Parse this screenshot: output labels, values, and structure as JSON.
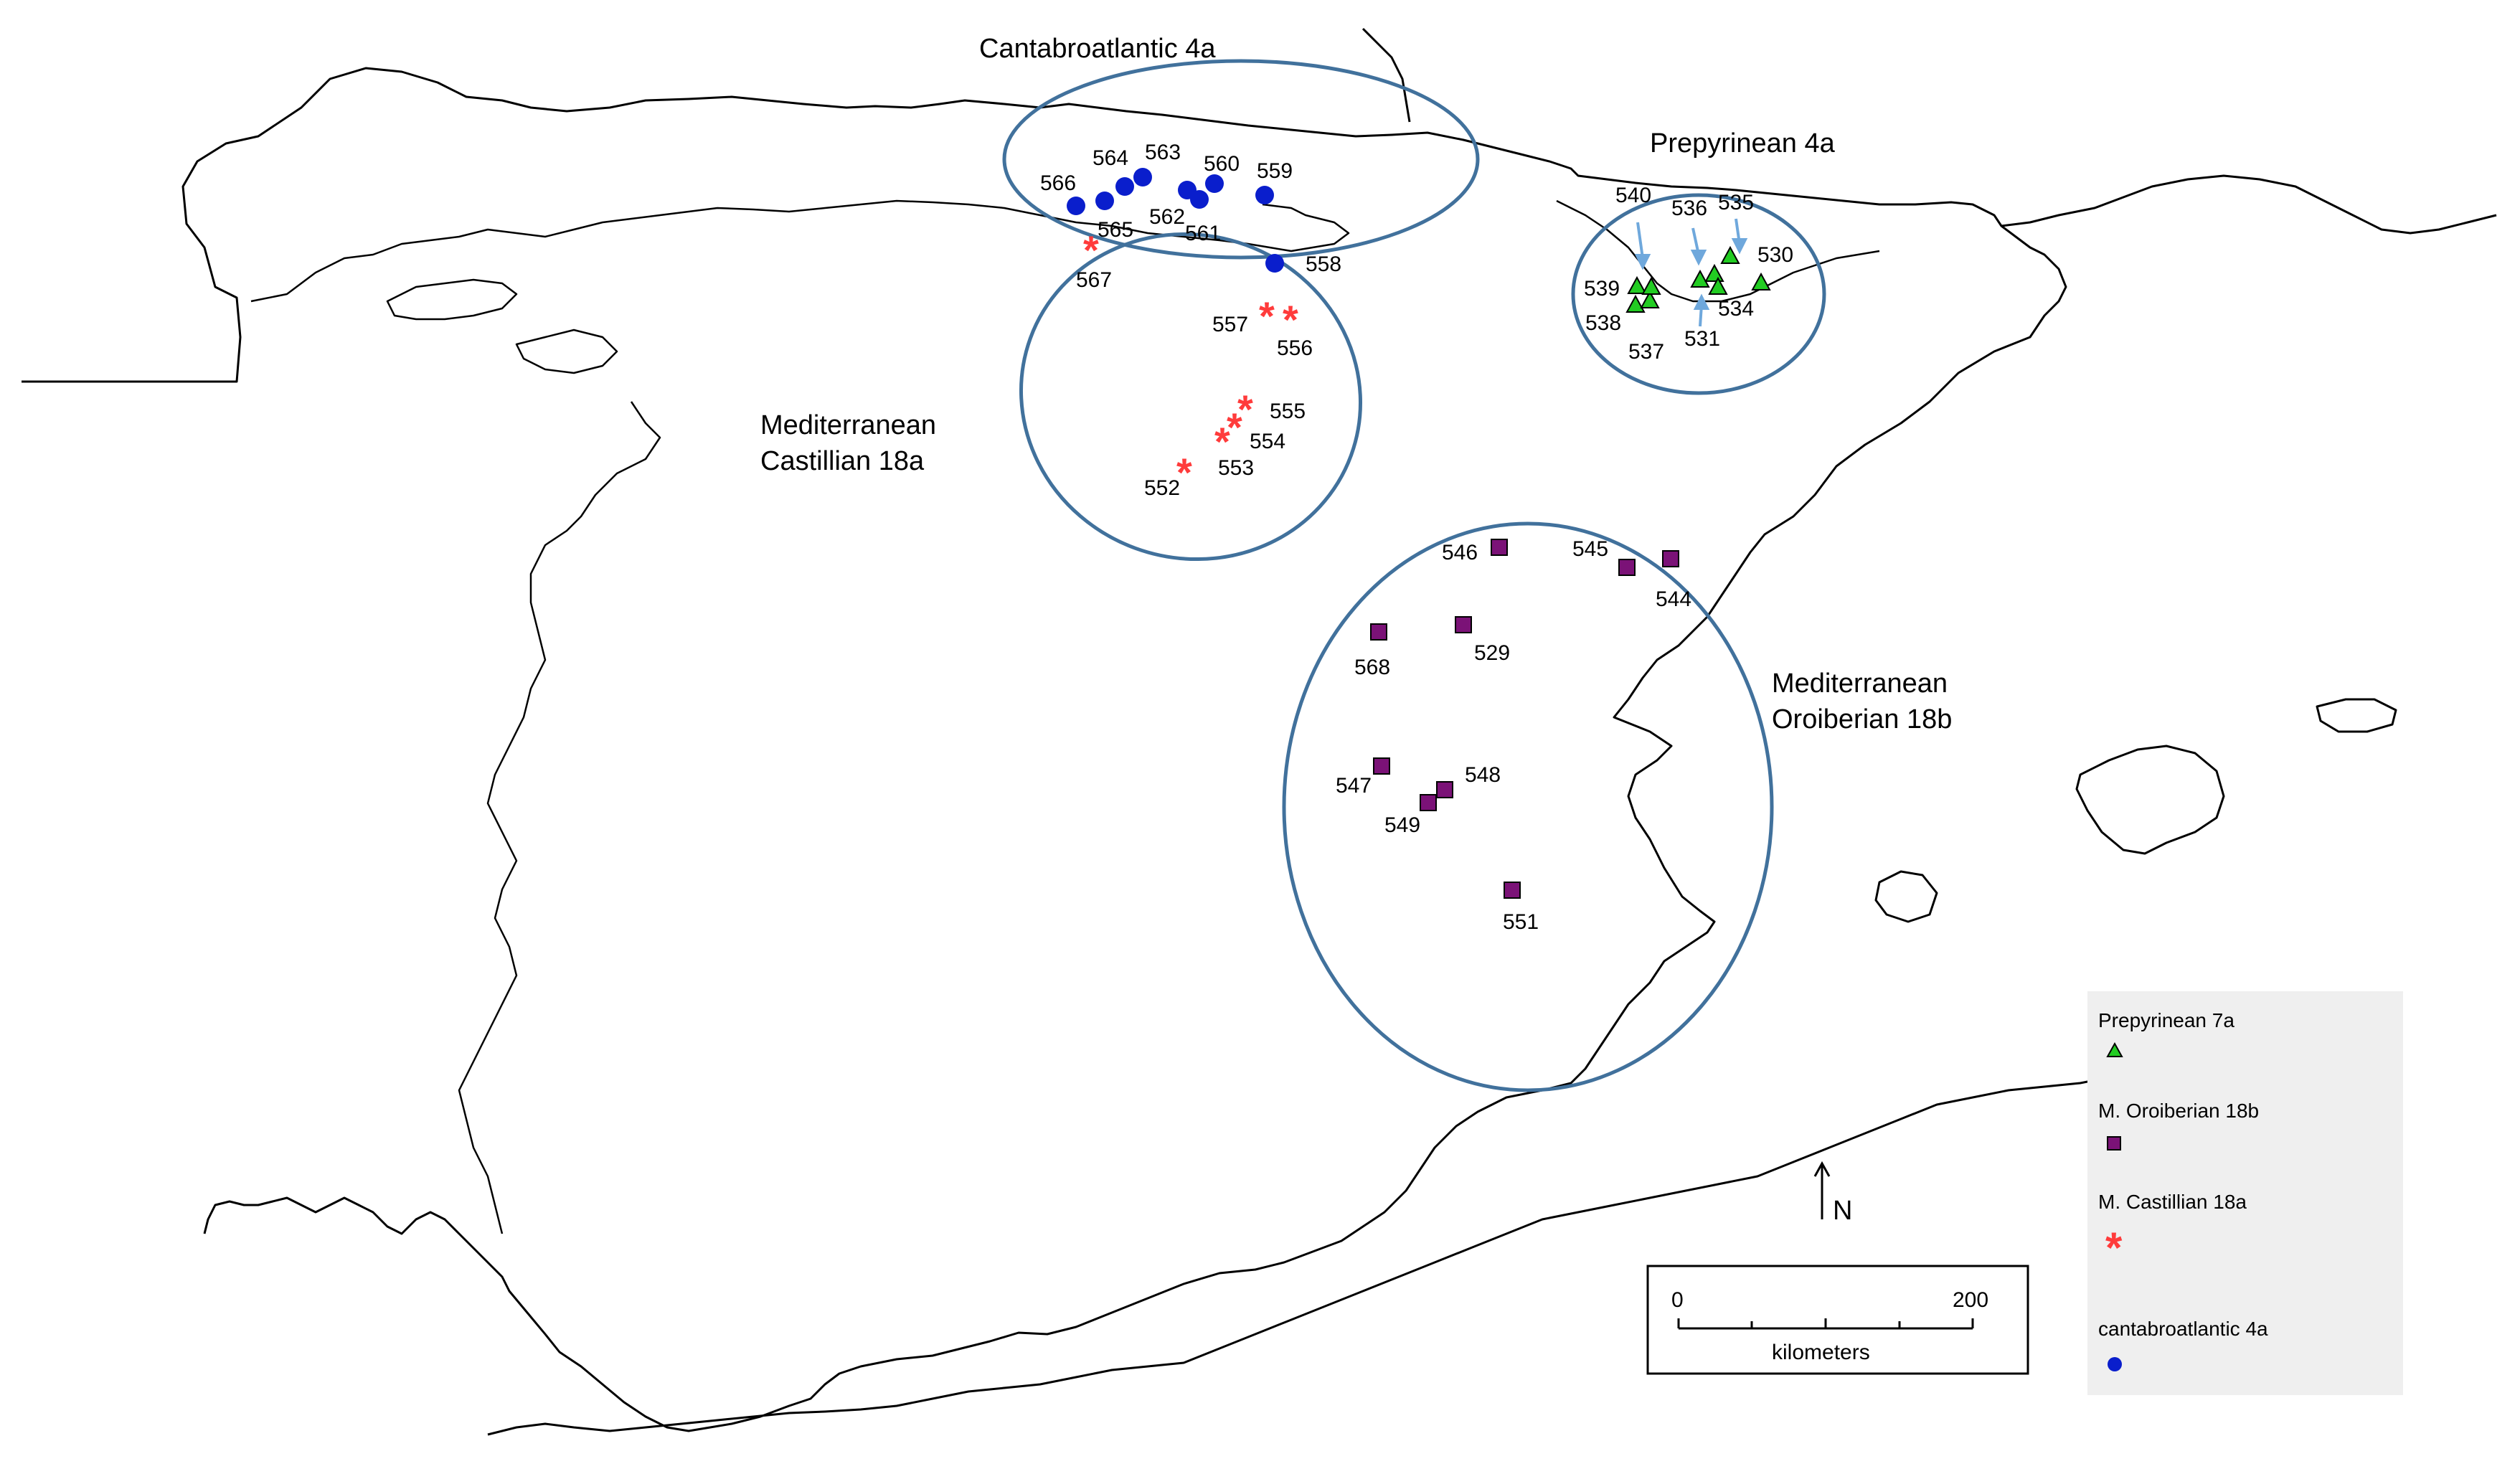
{
  "regions": {
    "cantabroatlantic": "Cantabroatlantic 4a",
    "prepyrinean": "Prepyrinean 4a",
    "castillian_line1": "Mediterranean",
    "castillian_line2": "Castillian 18a",
    "oroiberian_line1": "Mediterranean",
    "oroiberian_line2": "Oroiberian 18b"
  },
  "sites": {
    "cantabroatlantic": [
      "566",
      "564",
      "563",
      "565",
      "562",
      "561",
      "560",
      "559",
      "558"
    ],
    "castillian": [
      "567",
      "557",
      "556",
      "555",
      "554",
      "553",
      "552"
    ],
    "prepyrinean": [
      "540",
      "536",
      "535",
      "530",
      "539",
      "538",
      "537",
      "531",
      "534"
    ],
    "oroiberian": [
      "546",
      "545",
      "544",
      "568",
      "529",
      "547",
      "548",
      "549",
      "551"
    ]
  },
  "legend": {
    "items": [
      {
        "label": "Prepyrinean 7a",
        "symbol": "green-triangle"
      },
      {
        "label": "M. Oroiberian 18b",
        "symbol": "purple-square"
      },
      {
        "label": "M. Castillian 18a",
        "symbol": "red-asterisk"
      },
      {
        "label": "cantabroatlantic 4a",
        "symbol": "blue-circle"
      }
    ]
  },
  "north_arrow": {
    "label": "N"
  },
  "scale_bar": {
    "start": "0",
    "end": "200",
    "unit": "kilometers"
  },
  "colors": {
    "cantabroatlantic": "#0a1ecc",
    "castillian": "#ff3b3b",
    "prepyrinean": "#22cc22",
    "oroiberian": "#7b1277",
    "ellipse": "#41719c",
    "legend_bg": "#efefef"
  }
}
